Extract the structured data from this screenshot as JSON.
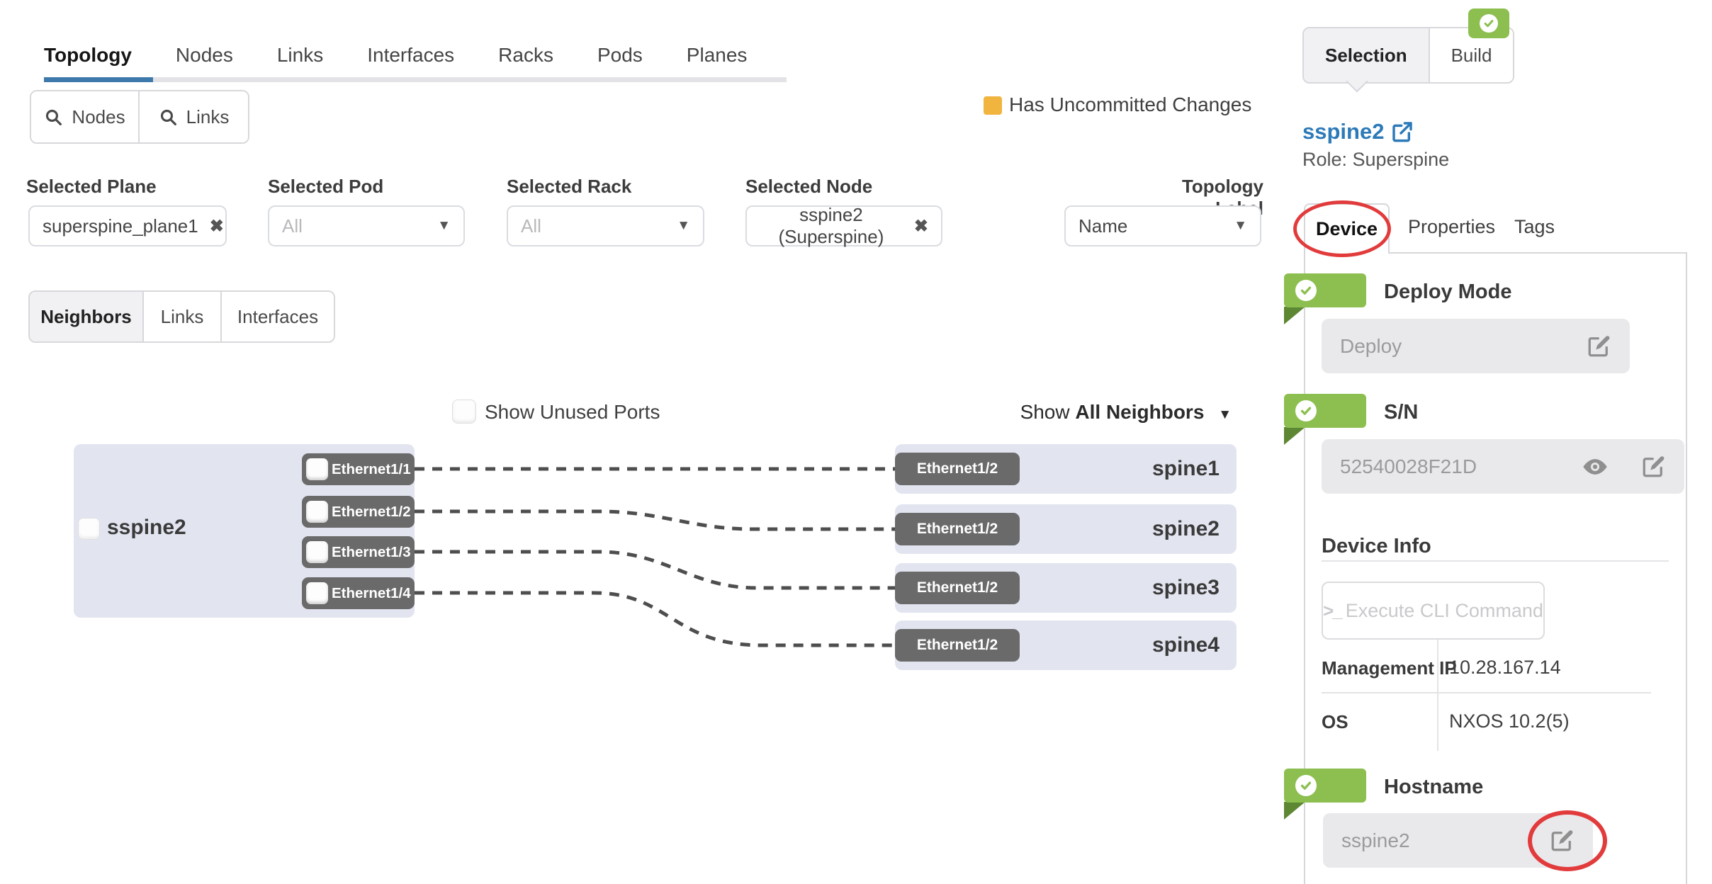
{
  "colors": {
    "orange": "#f0b43f",
    "green": "#8cbf4f",
    "green_dark": "#5e8733",
    "blue": "#2d7ab8",
    "red": "#e23b3c",
    "underline_blue": "#3e79ab",
    "pill_gray": "#6a6a6a",
    "node_bg": "#e2e5f0"
  },
  "main_tabs": [
    {
      "label": "Topology",
      "active": true
    },
    {
      "label": "Nodes",
      "active": false
    },
    {
      "label": "Links",
      "active": false
    },
    {
      "label": "Interfaces",
      "active": false
    },
    {
      "label": "Racks",
      "active": false
    },
    {
      "label": "Pods",
      "active": false
    },
    {
      "label": "Planes",
      "active": false
    }
  ],
  "search_buttons": [
    {
      "label": "Nodes"
    },
    {
      "label": "Links"
    }
  ],
  "filters": [
    {
      "label": "Selected Plane",
      "value": "superspine_plane1"
    },
    {
      "label": "Selected Pod",
      "value": "All"
    },
    {
      "label": "Selected Rack",
      "value": "All"
    },
    {
      "label": "Selected Node",
      "value": "sspine2 (Superspine)"
    },
    {
      "label": "Topology Label",
      "value": "Name"
    }
  ],
  "legend": {
    "label": "Has Uncommitted Changes"
  },
  "view_tabs": [
    {
      "label": "Neighbors",
      "active": true
    },
    {
      "label": "Links",
      "active": false
    },
    {
      "label": "Interfaces",
      "active": false
    }
  ],
  "diagram": {
    "show_unused_ports": "Show Unused Ports",
    "show_prefix": "Show",
    "show_value": "All Neighbors",
    "node": {
      "name": "sspine2",
      "ports": [
        "Ethernet1/1",
        "Ethernet1/2",
        "Ethernet1/3",
        "Ethernet1/4"
      ]
    },
    "neighbors": [
      {
        "port": "Ethernet1/2",
        "name": "spine1"
      },
      {
        "port": "Ethernet1/2",
        "name": "spine2"
      },
      {
        "port": "Ethernet1/2",
        "name": "spine3"
      },
      {
        "port": "Ethernet1/2",
        "name": "spine4"
      }
    ]
  },
  "panel": {
    "tabs": [
      {
        "label": "Selection",
        "active": true
      },
      {
        "label": "Build",
        "active": false
      }
    ],
    "node_link": "sspine2",
    "role": "Role: Superspine",
    "detail_tabs": [
      {
        "label": "Device",
        "active": true
      },
      {
        "label": "Properties",
        "active": false
      },
      {
        "label": "Tags",
        "active": false
      }
    ],
    "deploy_mode": {
      "title": "Deploy Mode",
      "value": "Deploy"
    },
    "sn": {
      "title": "S/N",
      "value": "52540028F21D"
    },
    "device_info": {
      "title": "Device Info",
      "cli_button": "Execute CLI Command",
      "rows": [
        {
          "label": "Management IP",
          "value": "10.28.167.14"
        },
        {
          "label": "OS",
          "value": "NXOS 10.2(5)"
        }
      ]
    },
    "hostname": {
      "title": "Hostname",
      "value": "sspine2"
    }
  }
}
